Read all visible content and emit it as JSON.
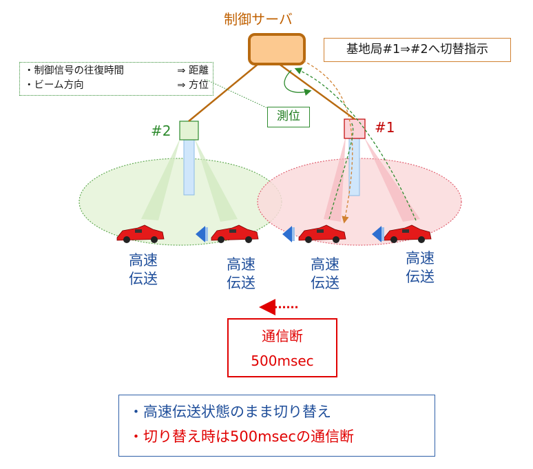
{
  "server": {
    "label": "制御サーバ"
  },
  "switch_instruction": "基地局#1⇒#2へ切替指示",
  "control_note": {
    "rows": [
      {
        "left": "・制御信号の往復時間",
        "right": "⇒ 距離"
      },
      {
        "left": "・ビーム方向",
        "right": "⇒ 方位"
      }
    ]
  },
  "positioning_label": "測位",
  "base_stations": {
    "bs2": {
      "label": "#2"
    },
    "bs1": {
      "label": "#1"
    }
  },
  "high_speed_labels": [
    {
      "line1": "高速",
      "line2": "伝送"
    },
    {
      "line1": "高速",
      "line2": "伝送"
    },
    {
      "line1": "高速",
      "line2": "伝送"
    },
    {
      "line1": "高速",
      "line2": "伝送"
    }
  ],
  "interruption": {
    "line1": "通信断",
    "line2": "500msec"
  },
  "summary": {
    "line1": "・高速伝送状態のまま切り替え",
    "line2": "・切り替え時は500msecの通信断"
  },
  "colors": {
    "server_fill": "#fcc990",
    "server_border": "#b86a10",
    "cell2_fill": "#e8f5dd",
    "cell1_fill": "#fadadc",
    "bs2_color": "#2e8b2e",
    "bs1_color": "#c00000",
    "arrow_blue": "#2e6fd0",
    "text_blue": "#1f4e9a",
    "alert_red": "#e00000"
  }
}
